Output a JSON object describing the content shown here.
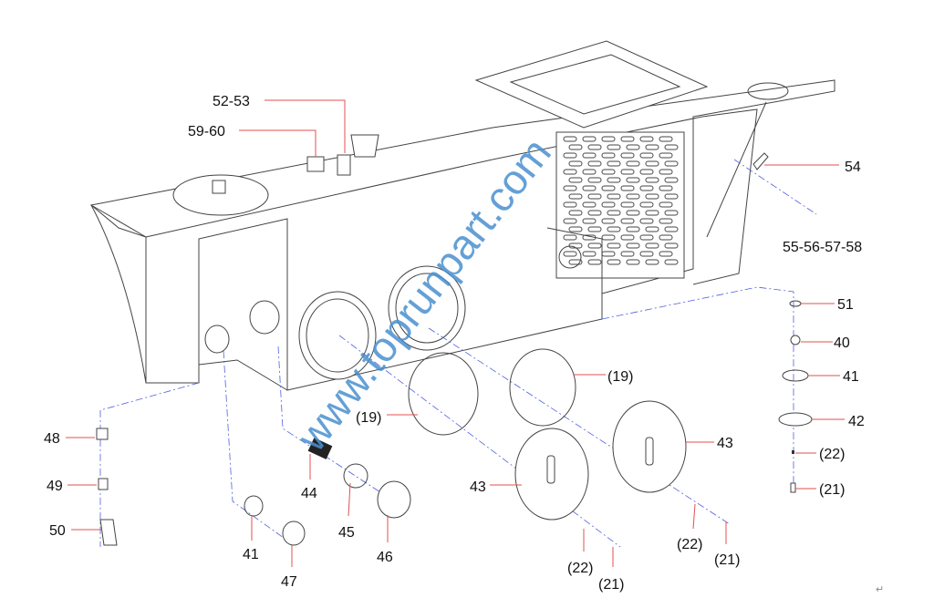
{
  "labels": {
    "l52_53": "52-53",
    "l59_60": "59-60",
    "l54": "54",
    "l55_58": "55-56-57-58",
    "l51": "51",
    "l40": "40",
    "l41_right": "41",
    "l42": "42",
    "l22_right": "(22)",
    "l21_right": "(21)",
    "l19_right": "(19)",
    "l19_left": "(19)",
    "l43_right": "43",
    "l43_left": "43",
    "l48": "48",
    "l49": "49",
    "l50": "50",
    "l44": "44",
    "l45": "45",
    "l46": "46",
    "l41_left": "41",
    "l47": "47",
    "l22_mid": "(22)",
    "l21_mid": "(21)",
    "l22_lower": "(22)",
    "l21_lower": "(21)"
  },
  "watermark": "www.toprunpart.com",
  "return_mark": "↵",
  "colors": {
    "leader": "#e05050",
    "axis": "#5060e0",
    "watermark": "#4a90d0"
  }
}
